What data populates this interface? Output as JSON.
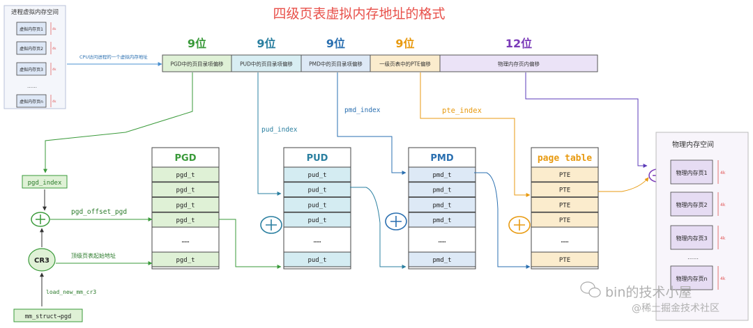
{
  "title": "四级页表虚拟内存地址的格式",
  "virtual_space": {
    "title": "进程虚拟内存空间",
    "pages": [
      "虚拟内存页1",
      "虚拟内存页2",
      "虚拟内存页3",
      "……",
      "虚拟内存页n"
    ],
    "size_label": "4k"
  },
  "cpu_access_label": "CPU访问进程的一个虚拟内存地址",
  "address_fields": [
    {
      "bits": "9位",
      "label": "PGD中的页目录项偏移",
      "fill": "#dff1d6",
      "color": "#3a9a3a"
    },
    {
      "bits": "9位",
      "label": "PUD中的页目录项偏移",
      "fill": "#d8eef3",
      "color": "#2a7fa0"
    },
    {
      "bits": "9位",
      "label": "PMD中的页目录项偏移",
      "fill": "#dde9f6",
      "color": "#2a6fb0"
    },
    {
      "bits": "9位",
      "label": "一级页表中的PTE偏移",
      "fill": "#fbeccd",
      "color": "#e89a10"
    },
    {
      "bits": "12位",
      "label": "物理内存页内偏移",
      "fill": "#ebe3f7",
      "color": "#7a3ab8"
    }
  ],
  "index_labels": {
    "pud": "pud_index",
    "pmd": "pmd_index",
    "pte": "pte_index"
  },
  "pgd_index_box": "pgd_index",
  "pgd_offset_label": "pgd_offset_pgd",
  "cr3": "CR3",
  "top_table_label": "顶级页表起始地址",
  "load_cr3_label": "load_new_mm_cr3",
  "mm_struct": "mm_struct→pgd",
  "tables": [
    {
      "title": "PGD",
      "entries": [
        "pgd_t",
        "pgd_t",
        "pgd_t",
        "pgd_t",
        "……",
        "pgd_t"
      ],
      "fill": "#dff1d6",
      "color": "#3a9a3a"
    },
    {
      "title": "PUD",
      "entries": [
        "pud_t",
        "pud_t",
        "pud_t",
        "pud_t",
        "……",
        "pud_t"
      ],
      "fill": "#d4ecf2",
      "color": "#2a7fa0"
    },
    {
      "title": "PMD",
      "entries": [
        "pmd_t",
        "pmd_t",
        "pmd_t",
        "pmd_t",
        "……",
        "pmd_t"
      ],
      "fill": "#dde9f6",
      "color": "#2a6fb0"
    },
    {
      "title": "page table",
      "entries": [
        "PTE",
        "PTE",
        "PTE",
        "PTE",
        "……",
        "PTE"
      ],
      "fill": "#fbeccd",
      "color": "#e89a10"
    }
  ],
  "physical_space": {
    "title": "物理内存空间",
    "pages": [
      "物理内存页1",
      "物理内存页2",
      "物理内存页3",
      "……",
      "物理内存页n"
    ],
    "size_label": "4k"
  },
  "watermark": {
    "line1": "bin的技术小屋",
    "line2": "@稀土掘金技术社区"
  }
}
